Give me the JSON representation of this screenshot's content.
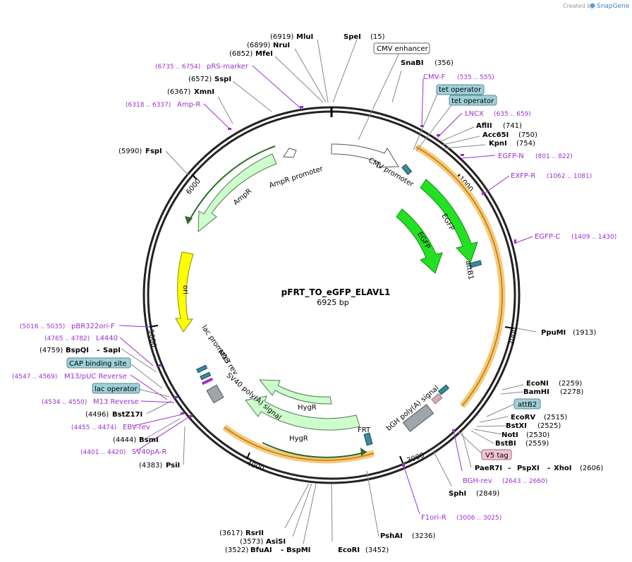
{
  "credit": {
    "created_by": "Created by",
    "brand": "SnapGene"
  },
  "plasmid": {
    "name": "pFRT_TO_eGFP_ELAVL1",
    "size": "6925 bp"
  },
  "ticks": [
    "1000",
    "2000",
    "3000",
    "4000",
    "5000",
    "6000"
  ],
  "enzymes": [
    {
      "name": "MluI",
      "pos": "(6919)"
    },
    {
      "name": "SpeI",
      "pos": "(15)"
    },
    {
      "name": "NruI",
      "pos": "(6899)"
    },
    {
      "name": "MfeI",
      "pos": "(6852)"
    },
    {
      "name": "SnaBI",
      "pos": "(356)"
    },
    {
      "name": "SspI",
      "pos": "(6572)"
    },
    {
      "name": "XmnI",
      "pos": "(6367)"
    },
    {
      "name": "AflII",
      "pos": "(741)"
    },
    {
      "name": "Acc65I",
      "pos": "(750)"
    },
    {
      "name": "KpnI",
      "pos": "(754)"
    },
    {
      "name": "FspI",
      "pos": "(5990)"
    },
    {
      "name": "PpuMI",
      "pos": "(1913)"
    },
    {
      "name": "EcoNI",
      "pos": "(2259)"
    },
    {
      "name": "BamHI",
      "pos": "(2278)"
    },
    {
      "name": "EcoRV",
      "pos": "(2515)"
    },
    {
      "name": "BstXI",
      "pos": "(2525)"
    },
    {
      "name": "NotI",
      "pos": "(2530)"
    },
    {
      "name": "BstBI",
      "pos": "(2559)"
    },
    {
      "name": "PaeR7I",
      "pos": ""
    },
    {
      "name": "PspXI",
      "pos": ""
    },
    {
      "name": "XhoI",
      "pos": "(2606)"
    },
    {
      "name": "SphI",
      "pos": "(2849)"
    },
    {
      "name": "PshAI",
      "pos": "(3236)"
    },
    {
      "name": "EcoRI",
      "pos": "(3452)"
    },
    {
      "name": "BspMI",
      "pos": ""
    },
    {
      "name": "BfuAI",
      "pos": "(3522)"
    },
    {
      "name": "AsiSI",
      "pos": "(3573)"
    },
    {
      "name": "RsrII",
      "pos": "(3617)"
    },
    {
      "name": "PsiI",
      "pos": "(4383)"
    },
    {
      "name": "BsmI",
      "pos": "(4444)"
    },
    {
      "name": "BstZ17I",
      "pos": "(4496)"
    },
    {
      "name": "SapI",
      "pos": ""
    },
    {
      "name": "BspQI",
      "pos": "(4759)"
    }
  ],
  "primers": [
    {
      "name": "pRS-marker",
      "pos": "(6735 .. 6754)"
    },
    {
      "name": "Amp-R",
      "pos": "(6318 .. 6337)"
    },
    {
      "name": "CMV-F",
      "pos": "(535 .. 555)"
    },
    {
      "name": "LNCX",
      "pos": "(635 .. 659)"
    },
    {
      "name": "EGFP-N",
      "pos": "(801 .. 822)"
    },
    {
      "name": "EXFP-R",
      "pos": "(1062 .. 1081)"
    },
    {
      "name": "EGFP-C",
      "pos": "(1409 .. 1430)"
    },
    {
      "name": "BGH-rev",
      "pos": "(2643 .. 2660)"
    },
    {
      "name": "F1ori-R",
      "pos": "(3006 .. 3025)"
    },
    {
      "name": "pBR322ori-F",
      "pos": "(5016 .. 5035)"
    },
    {
      "name": "L4440",
      "pos": "(4765 .. 4782)"
    },
    {
      "name": "M13/pUC Reverse",
      "pos": "(4547 .. 4569)"
    },
    {
      "name": "M13 Reverse",
      "pos": "(4534 .. 4550)"
    },
    {
      "name": "EBV-rev",
      "pos": "(4455 .. 4474)"
    },
    {
      "name": "SV40pA-R",
      "pos": "(4401 .. 4420)"
    }
  ],
  "boxed_features": {
    "cmv_enhancer": "CMV enhancer",
    "tet_operator_1": "tet operator",
    "tet_operator_2": "tet operator",
    "attb2": "attB2",
    "v5_tag": "V5 tag",
    "cap_binding_site": "CAP binding site",
    "lac_operator": "lac operator"
  },
  "features": {
    "cmv_promoter": "CMV promoter",
    "egfp_outer": "EGFP",
    "egfp_inner": "EGFP",
    "attb1": "attB1",
    "bgh_polya": "bGH poly(A) signal",
    "hygr_outer": "HygR",
    "hygr_inner": "HygR",
    "frt": "FRT",
    "sv40_polya": "SV40 poly(A) signal",
    "m13_rev": "M13 rev",
    "lac_promoter": "lac promoter",
    "ori": "ori",
    "ampr": "AmpR",
    "ampr_promoter": "AmpR promoter"
  },
  "colors": {
    "primer": "#9b2fd0",
    "egfp": "#22e022",
    "ori": "#ffff00",
    "ampr_hygr": "#ccffcc",
    "promoter": "#ffffff",
    "orange_band": "#f5c97a",
    "tag": "#f2c6d2",
    "box_blue": "#9fd0d8"
  }
}
